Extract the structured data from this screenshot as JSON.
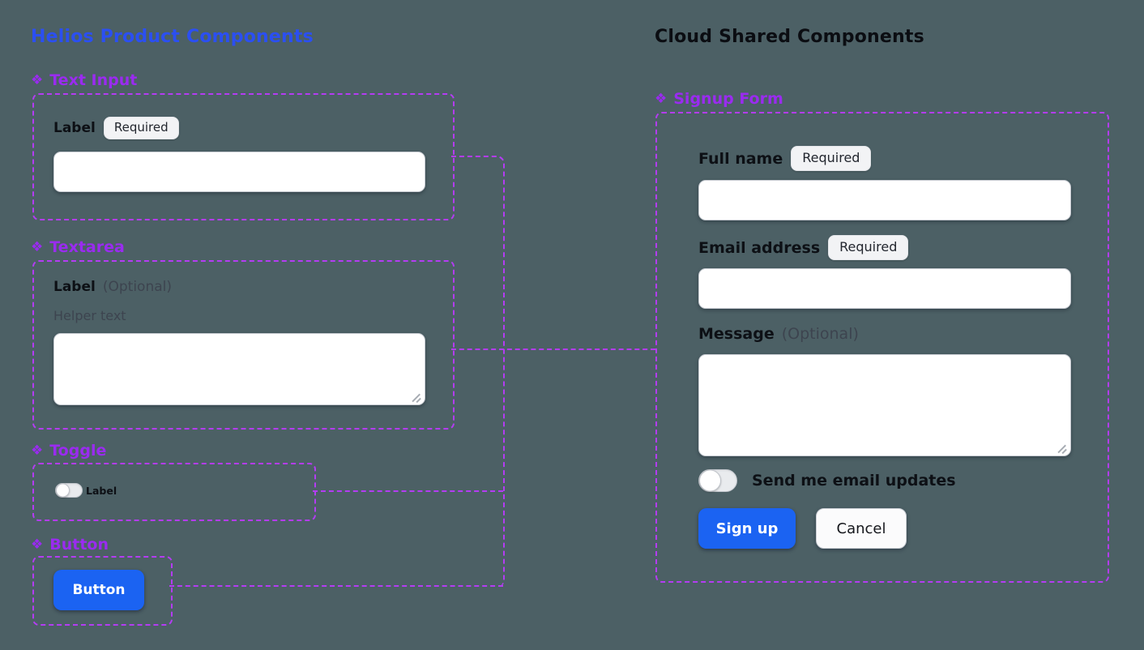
{
  "colors": {
    "background": "#4C6065",
    "helios_title_blue": "#2B4FF2",
    "component_header_purple": "#9A2BF0",
    "connector_purple": "#B43CF3",
    "primary_button_blue": "#1B63F2",
    "cloud_title_black": "#0B0D12"
  },
  "icons": {
    "component": "❖"
  },
  "helios": {
    "title": "Helios Product Components",
    "sections": {
      "text_input": {
        "header": "Text Input",
        "label": "Label",
        "badge": "Required",
        "value": ""
      },
      "textarea": {
        "header": "Textarea",
        "label": "Label",
        "optional": "(Optional)",
        "helper": "Helper text",
        "value": ""
      },
      "toggle": {
        "header": "Toggle",
        "label": "Label",
        "checked": false
      },
      "button": {
        "header": "Button",
        "label": "Button"
      }
    }
  },
  "cloud": {
    "title": "Cloud Shared Components",
    "signup_form": {
      "header": "Signup Form",
      "full_name": {
        "label": "Full name",
        "badge": "Required",
        "value": ""
      },
      "email": {
        "label": "Email address",
        "badge": "Required",
        "value": ""
      },
      "message": {
        "label": "Message",
        "optional": "(Optional)",
        "value": ""
      },
      "email_updates": {
        "label": "Send me email updates",
        "checked": false
      },
      "submit_label": "Sign up",
      "cancel_label": "Cancel"
    }
  }
}
